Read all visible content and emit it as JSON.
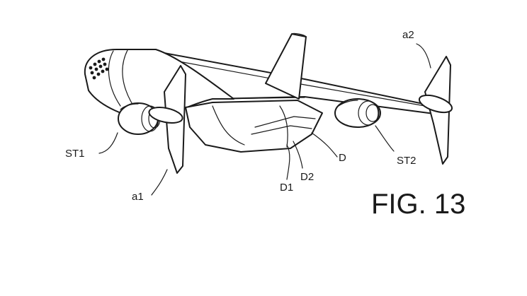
{
  "labels": {
    "a2": "a2",
    "st1": "ST1",
    "d": "D",
    "st2": "ST2",
    "d2": "D2",
    "d1": "D1",
    "a1": "a1"
  },
  "figure_label": "FIG. 13",
  "colors": {
    "line": "#1a1a1a",
    "background": "#ffffff"
  }
}
